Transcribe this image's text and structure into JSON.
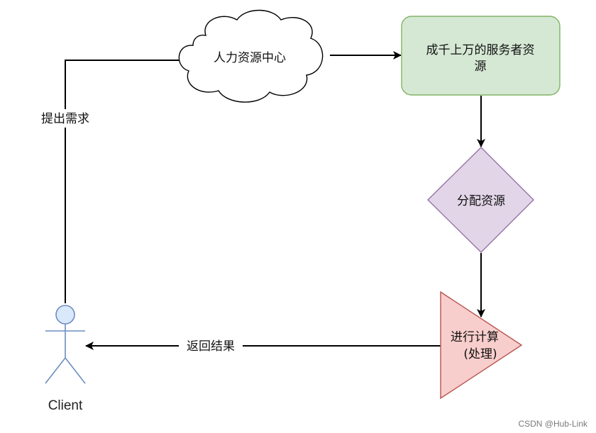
{
  "diagram": {
    "nodes": {
      "hr_center": {
        "label": "人力资源中心",
        "shape": "cloud"
      },
      "servers": {
        "label_line1": "成千上万的服务者资",
        "label_line2": "源",
        "shape": "rounded-rect"
      },
      "allocate": {
        "label": "分配资源",
        "shape": "diamond"
      },
      "compute": {
        "label_line1": "进行计算",
        "label_line2": "(处理)",
        "shape": "triangle"
      },
      "client": {
        "label": "Client",
        "shape": "actor"
      }
    },
    "edges": {
      "request": {
        "label": "提出需求"
      },
      "return_result": {
        "label": "返回结果"
      }
    }
  },
  "colors": {
    "servers_fill": "#d5e8d4",
    "servers_stroke": "#82b366",
    "allocate_fill": "#e1d5e7",
    "allocate_stroke": "#9673a6",
    "compute_fill": "#f8cecc",
    "compute_stroke": "#b85450",
    "actor_fill": "#dae8fc",
    "actor_stroke": "#6c8ebf"
  },
  "watermark": "CSDN @Hub-Link"
}
